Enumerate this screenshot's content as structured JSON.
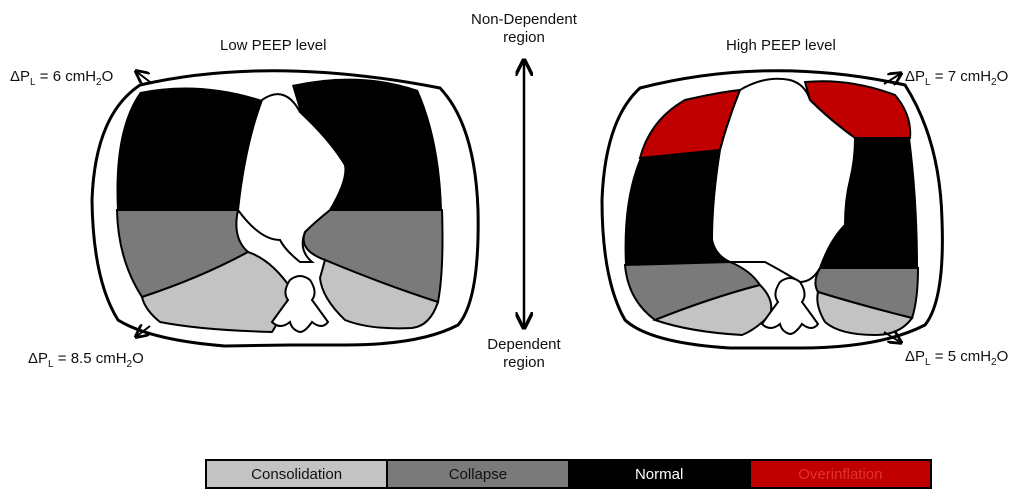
{
  "left_panel": {
    "title": "Low PEEP level",
    "top_label": {
      "prefix": "ΔP",
      "sub1": "L",
      "mid": " = 6 cmH",
      "sub2": "2",
      "suffix": "O"
    },
    "bottom_label": {
      "prefix": "ΔP",
      "sub1": "L",
      "mid": " = 8.5 cmH",
      "sub2": "2",
      "suffix": "O"
    }
  },
  "right_panel": {
    "title": "High PEEP level",
    "top_label": {
      "prefix": "ΔP",
      "sub1": "L",
      "mid": " = 7 cmH",
      "sub2": "2",
      "suffix": "O"
    },
    "bottom_label": {
      "prefix": "ΔP",
      "sub1": "L",
      "mid": " = 5 cmH",
      "sub2": "2",
      "suffix": "O"
    }
  },
  "axis": {
    "top_line1": "Non-Dependent",
    "top_line2": "region",
    "bottom_line1": "Dependent",
    "bottom_line2": "region"
  },
  "legend": [
    {
      "label": "Consolidation",
      "color": "#c3c3c3",
      "text_color": "#111111"
    },
    {
      "label": "Collapse",
      "color": "#7a7a7a",
      "text_color": "#111111"
    },
    {
      "label": "Normal",
      "color": "#000000",
      "text_color": "#ffffff"
    },
    {
      "label": "Overinflation",
      "color": "#c00000",
      "text_color": "#e03030"
    }
  ]
}
